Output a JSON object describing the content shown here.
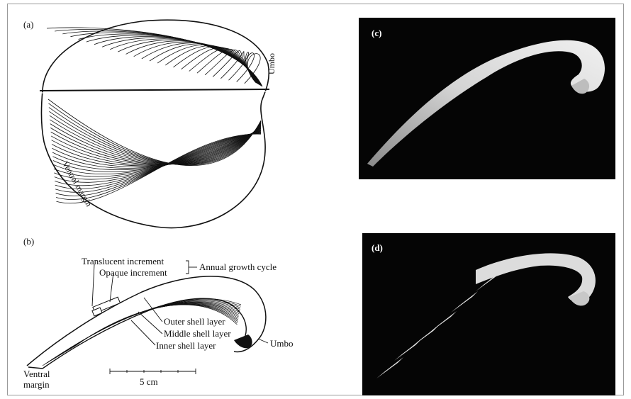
{
  "panels": {
    "a": {
      "label": "(a)",
      "annotations": {
        "umbo": "Umbo",
        "ventral_margin": "Ventral margin"
      }
    },
    "b": {
      "label": "(b)",
      "annotations": {
        "translucent": "Translucent increment",
        "opaque": "Opaque increment",
        "annual": "Annual growth cycle",
        "outer": "Outer shell layer",
        "middle": "Middle shell layer",
        "inner": "Inner shell layer",
        "umbo": "Umbo",
        "ventral_margin_line1": "Ventral",
        "ventral_margin_line2": "margin",
        "scale": "5 cm"
      }
    },
    "c": {
      "label": "(c)"
    },
    "d": {
      "label": "(d)"
    }
  },
  "colors": {
    "photo_bg": "#050505",
    "shell_light": "#d8d8d8",
    "ink": "#111111",
    "frame": "#9a9a9a"
  }
}
